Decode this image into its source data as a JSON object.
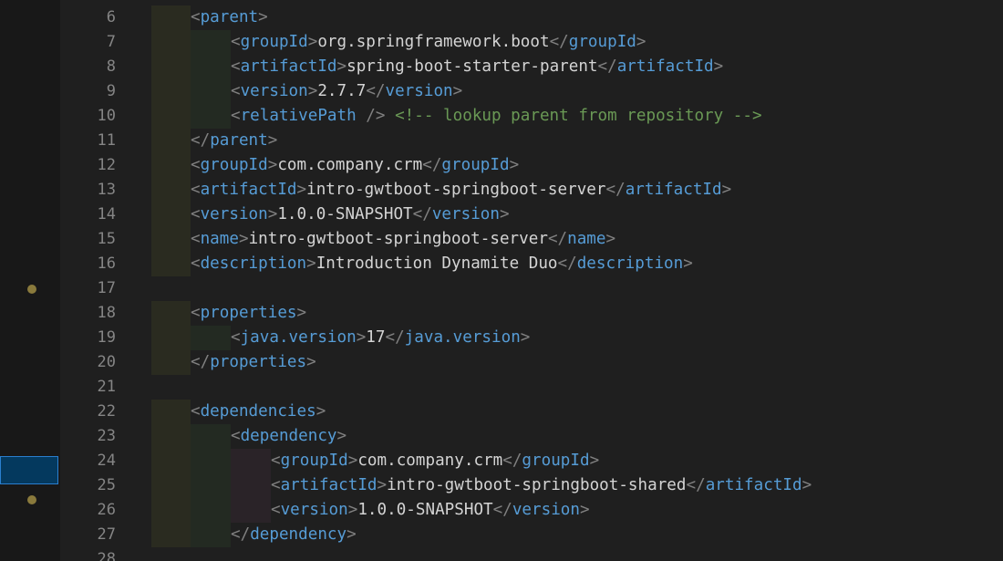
{
  "colors": {
    "background": "#1f1f1f",
    "tag": "#569cd6",
    "punctuation": "#808080",
    "text": "#d4d4d4",
    "comment": "#6a9955",
    "line_number": "#858585",
    "gutter_modified_dot": "#8a7a3c"
  },
  "editor": {
    "language": "xml",
    "lines": [
      {
        "num": "6",
        "indent": 0,
        "parts": [
          {
            "t": "punct",
            "v": "<"
          },
          {
            "t": "tag",
            "v": "parent"
          },
          {
            "t": "punct",
            "v": ">"
          }
        ]
      },
      {
        "num": "7",
        "indent": 1,
        "parts": [
          {
            "t": "punct",
            "v": "<"
          },
          {
            "t": "tag",
            "v": "groupId"
          },
          {
            "t": "punct",
            "v": ">"
          },
          {
            "t": "text",
            "v": "org.springframework.boot"
          },
          {
            "t": "punct",
            "v": "</"
          },
          {
            "t": "tag",
            "v": "groupId"
          },
          {
            "t": "punct",
            "v": ">"
          }
        ]
      },
      {
        "num": "8",
        "indent": 1,
        "parts": [
          {
            "t": "punct",
            "v": "<"
          },
          {
            "t": "tag",
            "v": "artifactId"
          },
          {
            "t": "punct",
            "v": ">"
          },
          {
            "t": "text",
            "v": "spring-boot-starter-parent"
          },
          {
            "t": "punct",
            "v": "</"
          },
          {
            "t": "tag",
            "v": "artifactId"
          },
          {
            "t": "punct",
            "v": ">"
          }
        ]
      },
      {
        "num": "9",
        "indent": 1,
        "parts": [
          {
            "t": "punct",
            "v": "<"
          },
          {
            "t": "tag",
            "v": "version"
          },
          {
            "t": "punct",
            "v": ">"
          },
          {
            "t": "text",
            "v": "2.7.7"
          },
          {
            "t": "punct",
            "v": "</"
          },
          {
            "t": "tag",
            "v": "version"
          },
          {
            "t": "punct",
            "v": ">"
          }
        ]
      },
      {
        "num": "10",
        "indent": 1,
        "parts": [
          {
            "t": "punct",
            "v": "<"
          },
          {
            "t": "tag",
            "v": "relativePath"
          },
          {
            "t": "punct",
            "v": " /> "
          },
          {
            "t": "comment",
            "v": "<!-- lookup parent from repository -->"
          }
        ]
      },
      {
        "num": "11",
        "indent": 0,
        "parts": [
          {
            "t": "punct",
            "v": "</"
          },
          {
            "t": "tag",
            "v": "parent"
          },
          {
            "t": "punct",
            "v": ">"
          }
        ]
      },
      {
        "num": "12",
        "indent": 0,
        "parts": [
          {
            "t": "punct",
            "v": "<"
          },
          {
            "t": "tag",
            "v": "groupId"
          },
          {
            "t": "punct",
            "v": ">"
          },
          {
            "t": "text",
            "v": "com.company.crm"
          },
          {
            "t": "punct",
            "v": "</"
          },
          {
            "t": "tag",
            "v": "groupId"
          },
          {
            "t": "punct",
            "v": ">"
          }
        ]
      },
      {
        "num": "13",
        "indent": 0,
        "parts": [
          {
            "t": "punct",
            "v": "<"
          },
          {
            "t": "tag",
            "v": "artifactId"
          },
          {
            "t": "punct",
            "v": ">"
          },
          {
            "t": "text",
            "v": "intro-gwtboot-springboot-server"
          },
          {
            "t": "punct",
            "v": "</"
          },
          {
            "t": "tag",
            "v": "artifactId"
          },
          {
            "t": "punct",
            "v": ">"
          }
        ]
      },
      {
        "num": "14",
        "indent": 0,
        "parts": [
          {
            "t": "punct",
            "v": "<"
          },
          {
            "t": "tag",
            "v": "version"
          },
          {
            "t": "punct",
            "v": ">"
          },
          {
            "t": "text",
            "v": "1.0.0-SNAPSHOT"
          },
          {
            "t": "punct",
            "v": "</"
          },
          {
            "t": "tag",
            "v": "version"
          },
          {
            "t": "punct",
            "v": ">"
          }
        ]
      },
      {
        "num": "15",
        "indent": 0,
        "parts": [
          {
            "t": "punct",
            "v": "<"
          },
          {
            "t": "tag",
            "v": "name"
          },
          {
            "t": "punct",
            "v": ">"
          },
          {
            "t": "text",
            "v": "intro-gwtboot-springboot-server"
          },
          {
            "t": "punct",
            "v": "</"
          },
          {
            "t": "tag",
            "v": "name"
          },
          {
            "t": "punct",
            "v": ">"
          }
        ]
      },
      {
        "num": "16",
        "indent": 0,
        "parts": [
          {
            "t": "punct",
            "v": "<"
          },
          {
            "t": "tag",
            "v": "description"
          },
          {
            "t": "punct",
            "v": ">"
          },
          {
            "t": "text",
            "v": "Introduction Dynamite Duo"
          },
          {
            "t": "punct",
            "v": "</"
          },
          {
            "t": "tag",
            "v": "description"
          },
          {
            "t": "punct",
            "v": ">"
          }
        ]
      },
      {
        "num": "17",
        "indent": 0,
        "parts": []
      },
      {
        "num": "18",
        "indent": 0,
        "parts": [
          {
            "t": "punct",
            "v": "<"
          },
          {
            "t": "tag",
            "v": "properties"
          },
          {
            "t": "punct",
            "v": ">"
          }
        ]
      },
      {
        "num": "19",
        "indent": 1,
        "parts": [
          {
            "t": "punct",
            "v": "<"
          },
          {
            "t": "tag",
            "v": "java.version"
          },
          {
            "t": "punct",
            "v": ">"
          },
          {
            "t": "text",
            "v": "17"
          },
          {
            "t": "punct",
            "v": "</"
          },
          {
            "t": "tag",
            "v": "java.version"
          },
          {
            "t": "punct",
            "v": ">"
          }
        ]
      },
      {
        "num": "20",
        "indent": 0,
        "parts": [
          {
            "t": "punct",
            "v": "</"
          },
          {
            "t": "tag",
            "v": "properties"
          },
          {
            "t": "punct",
            "v": ">"
          }
        ]
      },
      {
        "num": "21",
        "indent": 0,
        "parts": []
      },
      {
        "num": "22",
        "indent": 0,
        "parts": [
          {
            "t": "punct",
            "v": "<"
          },
          {
            "t": "tag",
            "v": "dependencies"
          },
          {
            "t": "punct",
            "v": ">"
          }
        ]
      },
      {
        "num": "23",
        "indent": 1,
        "parts": [
          {
            "t": "punct",
            "v": "<"
          },
          {
            "t": "tag",
            "v": "dependency"
          },
          {
            "t": "punct",
            "v": ">"
          }
        ]
      },
      {
        "num": "24",
        "indent": 2,
        "parts": [
          {
            "t": "punct",
            "v": "<"
          },
          {
            "t": "tag",
            "v": "groupId"
          },
          {
            "t": "punct",
            "v": ">"
          },
          {
            "t": "text",
            "v": "com.company.crm"
          },
          {
            "t": "punct",
            "v": "</"
          },
          {
            "t": "tag",
            "v": "groupId"
          },
          {
            "t": "punct",
            "v": ">"
          }
        ]
      },
      {
        "num": "25",
        "indent": 2,
        "parts": [
          {
            "t": "punct",
            "v": "<"
          },
          {
            "t": "tag",
            "v": "artifactId"
          },
          {
            "t": "punct",
            "v": ">"
          },
          {
            "t": "text",
            "v": "intro-gwtboot-springboot-shared"
          },
          {
            "t": "punct",
            "v": "</"
          },
          {
            "t": "tag",
            "v": "artifactId"
          },
          {
            "t": "punct",
            "v": ">"
          }
        ]
      },
      {
        "num": "26",
        "indent": 2,
        "parts": [
          {
            "t": "punct",
            "v": "<"
          },
          {
            "t": "tag",
            "v": "version"
          },
          {
            "t": "punct",
            "v": ">"
          },
          {
            "t": "text",
            "v": "1.0.0-SNAPSHOT"
          },
          {
            "t": "punct",
            "v": "</"
          },
          {
            "t": "tag",
            "v": "version"
          },
          {
            "t": "punct",
            "v": ">"
          }
        ]
      },
      {
        "num": "27",
        "indent": 1,
        "parts": [
          {
            "t": "punct",
            "v": "</"
          },
          {
            "t": "tag",
            "v": "dependency"
          },
          {
            "t": "punct",
            "v": ">"
          }
        ]
      },
      {
        "num": "28",
        "indent": 0,
        "parts": []
      }
    ]
  }
}
